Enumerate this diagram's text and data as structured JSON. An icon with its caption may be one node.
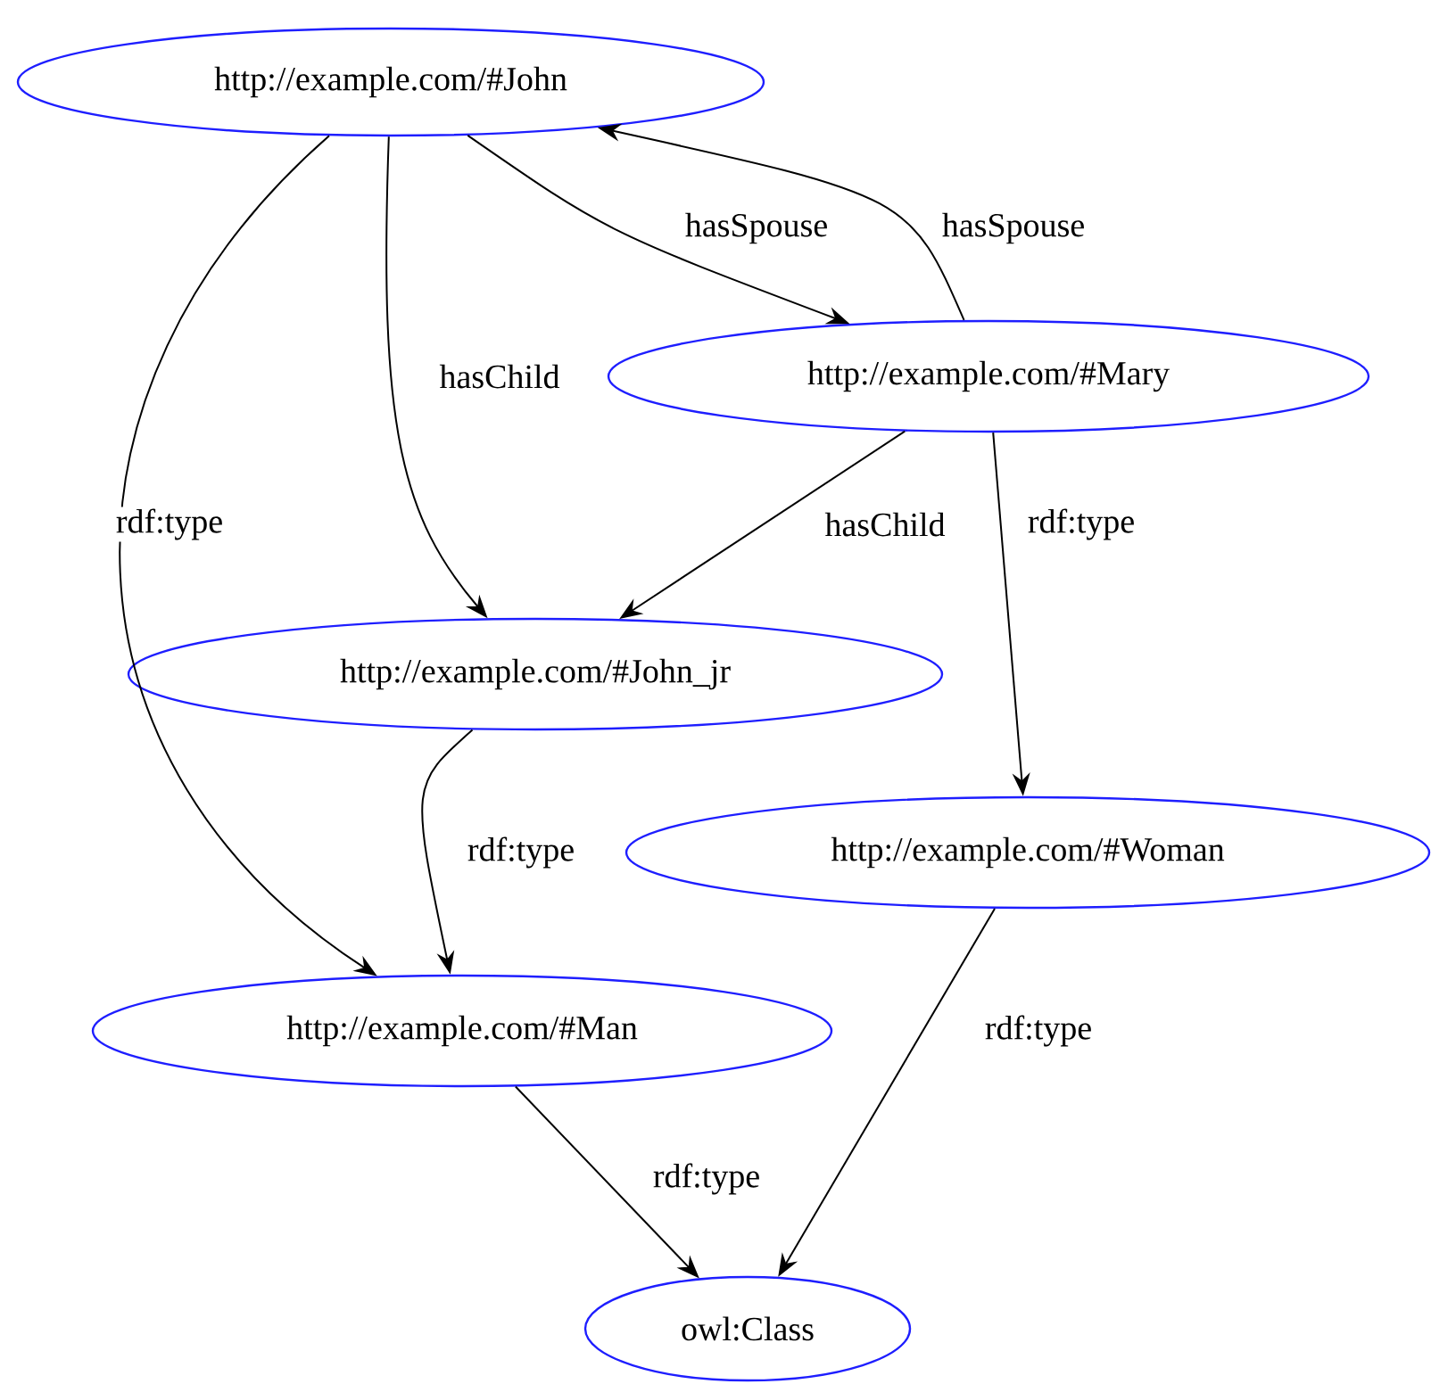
{
  "diagram": {
    "nodes": [
      {
        "text": [
          "http://example.com/#John"
        ]
      },
      {
        "text": [
          "http://example.com/#Mary"
        ]
      },
      {
        "text": [
          "http://example.com/#John_jr"
        ]
      },
      {
        "text": [
          "http://example.com/#Woman"
        ]
      },
      {
        "text": [
          "http://example.com/#Man"
        ]
      },
      {
        "text": [
          "owl:Class"
        ]
      }
    ],
    "edges": [
      {
        "from": 0,
        "to": 1,
        "arrow": "to",
        "label": "hasSpouse"
      },
      {
        "from": 1,
        "to": 0,
        "arrow": "to",
        "label": "hasSpouse"
      },
      {
        "from": 0,
        "to": 2,
        "arrow": "to",
        "label": "hasChild"
      },
      {
        "from": 1,
        "to": 2,
        "arrow": "to",
        "label": "hasChild"
      },
      {
        "from": 0,
        "to": 4,
        "arrow": "to",
        "label": "rdf:type"
      },
      {
        "from": 1,
        "to": 3,
        "arrow": "to",
        "label": "rdf:type"
      },
      {
        "from": 2,
        "to": 4,
        "arrow": "to",
        "label": "rdf:type"
      },
      {
        "from": 3,
        "to": 5,
        "arrow": "to",
        "label": "rdf:type"
      },
      {
        "from": 4,
        "to": 5,
        "arrow": "to",
        "label": "rdf:type"
      }
    ]
  }
}
